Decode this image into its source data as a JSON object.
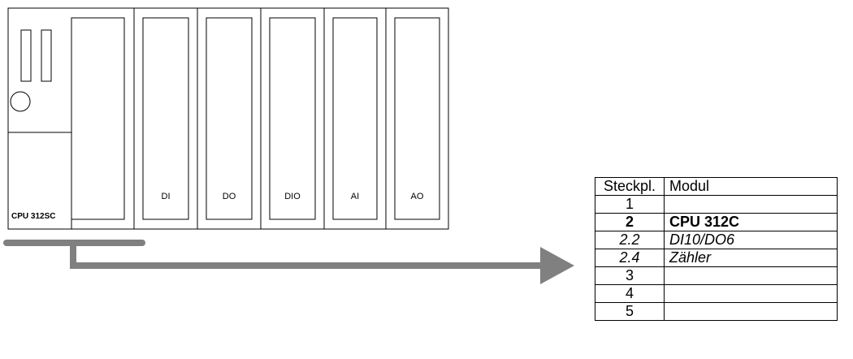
{
  "rack": {
    "cpu_label": "CPU 312SC",
    "modules": [
      {
        "label": "DI"
      },
      {
        "label": "DO"
      },
      {
        "label": "DIO"
      },
      {
        "label": "AI"
      },
      {
        "label": "AO"
      }
    ]
  },
  "colors": {
    "arrow": "#808080",
    "outline": "#000000"
  },
  "table": {
    "headers": {
      "slot": "Steckpl.",
      "module": "Modul"
    },
    "rows": [
      {
        "slot": "1",
        "module": "",
        "style": "normal"
      },
      {
        "slot": "2",
        "module": "CPU 312C",
        "style": "bold"
      },
      {
        "slot": "2.2",
        "module": "DI10/DO6",
        "style": "italic"
      },
      {
        "slot": "2.4",
        "module": "Zähler",
        "style": "italic"
      },
      {
        "slot": "3",
        "module": "",
        "style": "normal"
      },
      {
        "slot": "4",
        "module": "",
        "style": "normal"
      },
      {
        "slot": "5",
        "module": "",
        "style": "normal"
      }
    ]
  }
}
